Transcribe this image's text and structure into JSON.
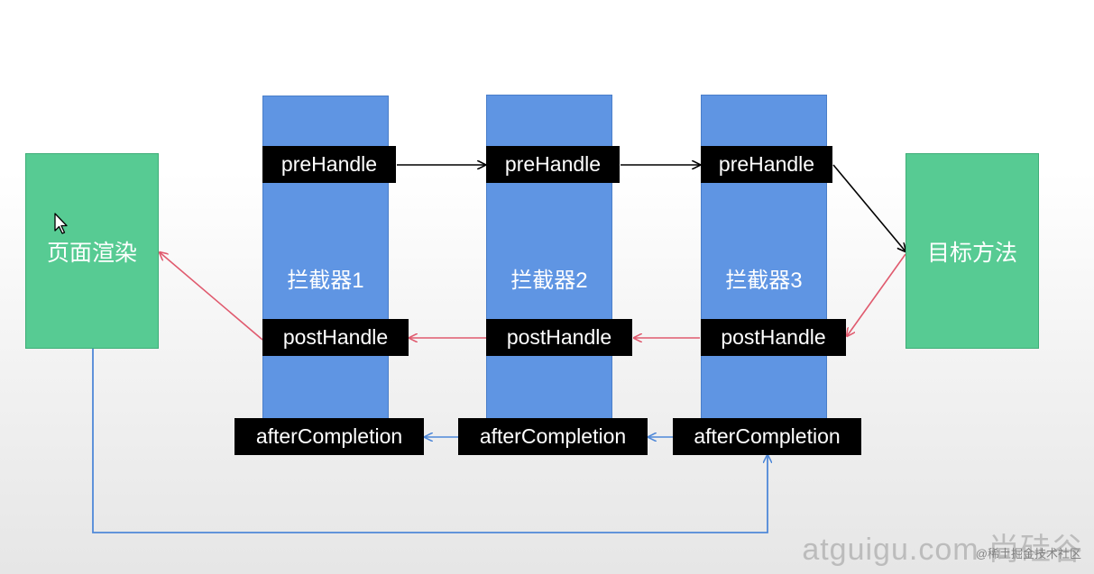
{
  "nodes": {
    "render": "页面渲染",
    "target": "目标方法",
    "interceptor1": "拦截器1",
    "interceptor2": "拦截器2",
    "interceptor3": "拦截器3"
  },
  "methods": {
    "pre": "preHandle",
    "post": "postHandle",
    "after": "afterCompletion"
  },
  "colors": {
    "interceptor": "#5f95e3",
    "endpoint": "#57cb93",
    "pre_arrow": "#000000",
    "post_arrow": "#e05a6e",
    "after_arrow": "#4f88d8"
  },
  "watermark": {
    "site": "atguigu.com 尚硅谷",
    "credit": "@稀土掘金技术社区"
  }
}
